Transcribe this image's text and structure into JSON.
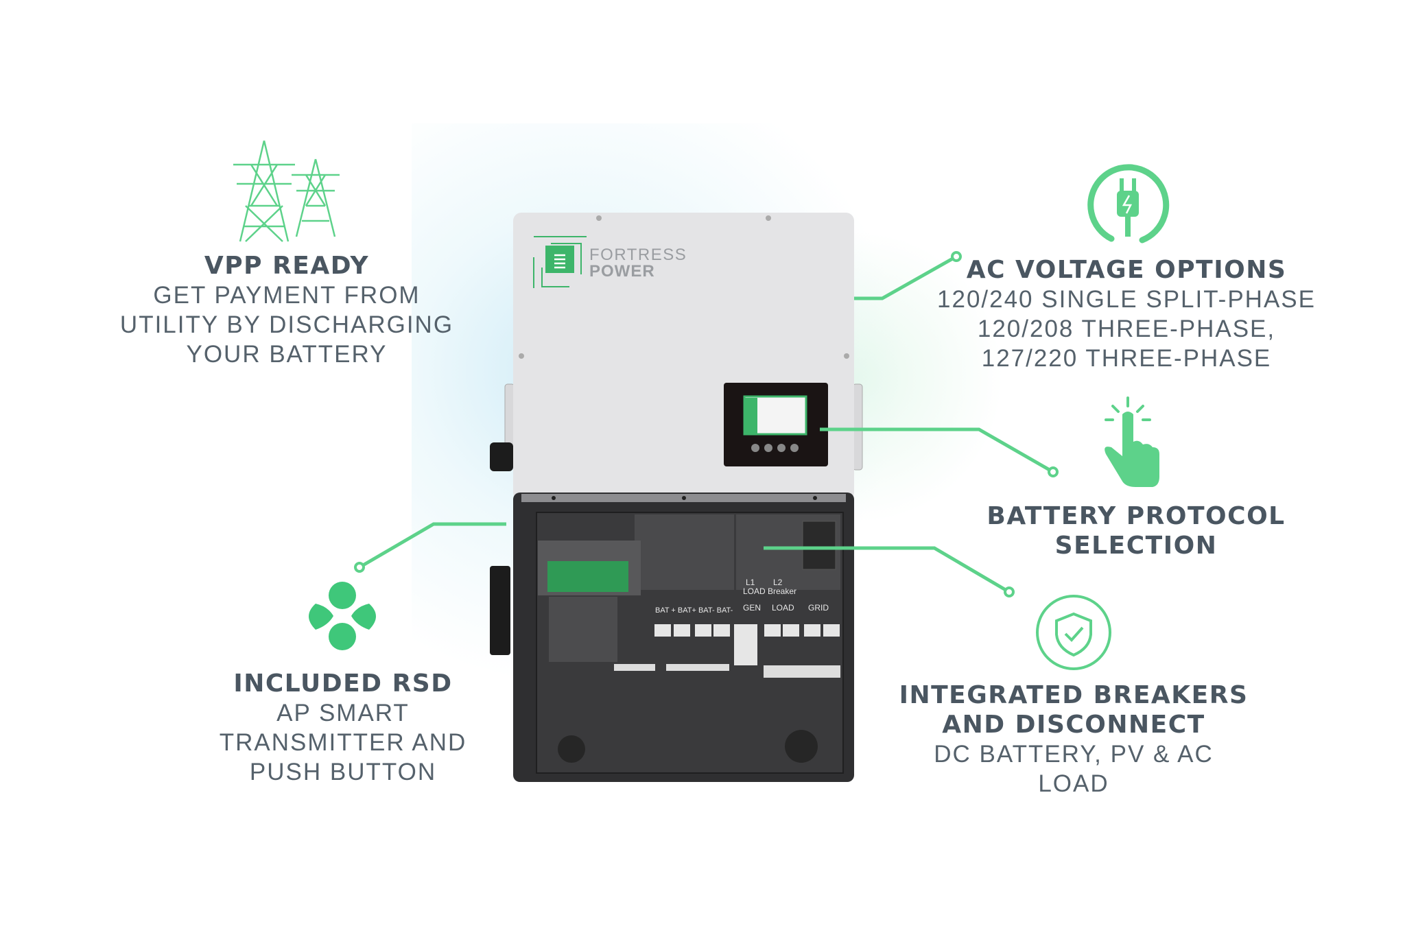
{
  "brand": {
    "line1": "FORTRESS",
    "line2": "POWER"
  },
  "features": {
    "vpp": {
      "title": "VPP READY",
      "lines": [
        "GET PAYMENT FROM",
        "UTILITY BY DISCHARGING",
        "YOUR BATTERY"
      ],
      "icon": "power-towers-icon"
    },
    "ac": {
      "title": "AC VOLTAGE OPTIONS",
      "lines": [
        "120/240 SINGLE SPLIT-PHASE",
        "120/208 THREE-PHASE,",
        "127/220 THREE-PHASE"
      ],
      "icon": "plug-icon"
    },
    "battery": {
      "title_lines": [
        "BATTERY PROTOCOL",
        "SELECTION"
      ],
      "icon": "touch-hand-icon"
    },
    "breakers": {
      "title_lines": [
        "INTEGRATED BREAKERS",
        "AND DISCONNECT"
      ],
      "lines": [
        "DC BATTERY, PV & AC",
        "LOAD"
      ],
      "icon": "shield-check-icon"
    },
    "rsd": {
      "title": "INCLUDED RSD",
      "lines": [
        "AP SMART",
        "TRANSMITTER AND",
        "PUSH BUTTON"
      ],
      "icon": "rsd-logo-icon"
    }
  },
  "panel_labels": {
    "l1": "L1",
    "l2": "L2",
    "load_breaker": "LOAD Breaker",
    "gen": "GEN",
    "load": "LOAD",
    "grid": "GRID",
    "bat": "BAT + BAT+  BAT- BAT-"
  },
  "colors": {
    "accent": "#5dd28a",
    "text": "#4a5661",
    "panel_light": "#e4e4e6",
    "panel_dark": "#2f2f31"
  }
}
